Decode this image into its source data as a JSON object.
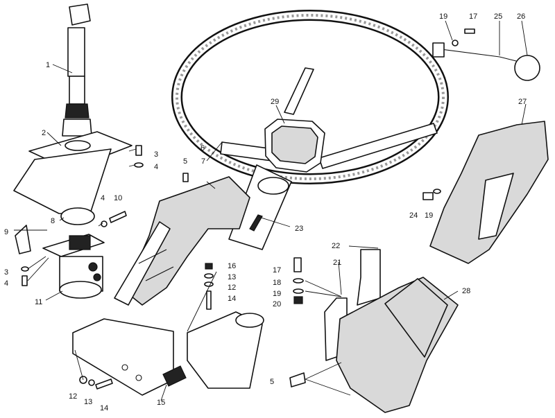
{
  "callouts": {
    "c1": "1",
    "c2": "2",
    "c3a": "3",
    "c4a": "4",
    "c5a": "5",
    "c6": "6",
    "c7": "7",
    "c8": "8",
    "c9": "9",
    "c10": "10",
    "c4b": "4",
    "c3b": "3",
    "c4c": "4",
    "c11": "11",
    "c16": "16",
    "c13a": "13",
    "c12a": "12",
    "c14a": "14",
    "c12b": "12",
    "c13b": "13",
    "c14b": "14",
    "c15": "15",
    "c29": "29",
    "c23": "23",
    "c19a": "19",
    "c17a": "17",
    "c25": "25",
    "c26": "26",
    "c27": "27",
    "c24": "24",
    "c19b": "19",
    "c22": "22",
    "c17b": "17",
    "c18": "18",
    "c19c": "19",
    "c20": "20",
    "c21": "21",
    "c28": "28",
    "c5b": "5"
  }
}
